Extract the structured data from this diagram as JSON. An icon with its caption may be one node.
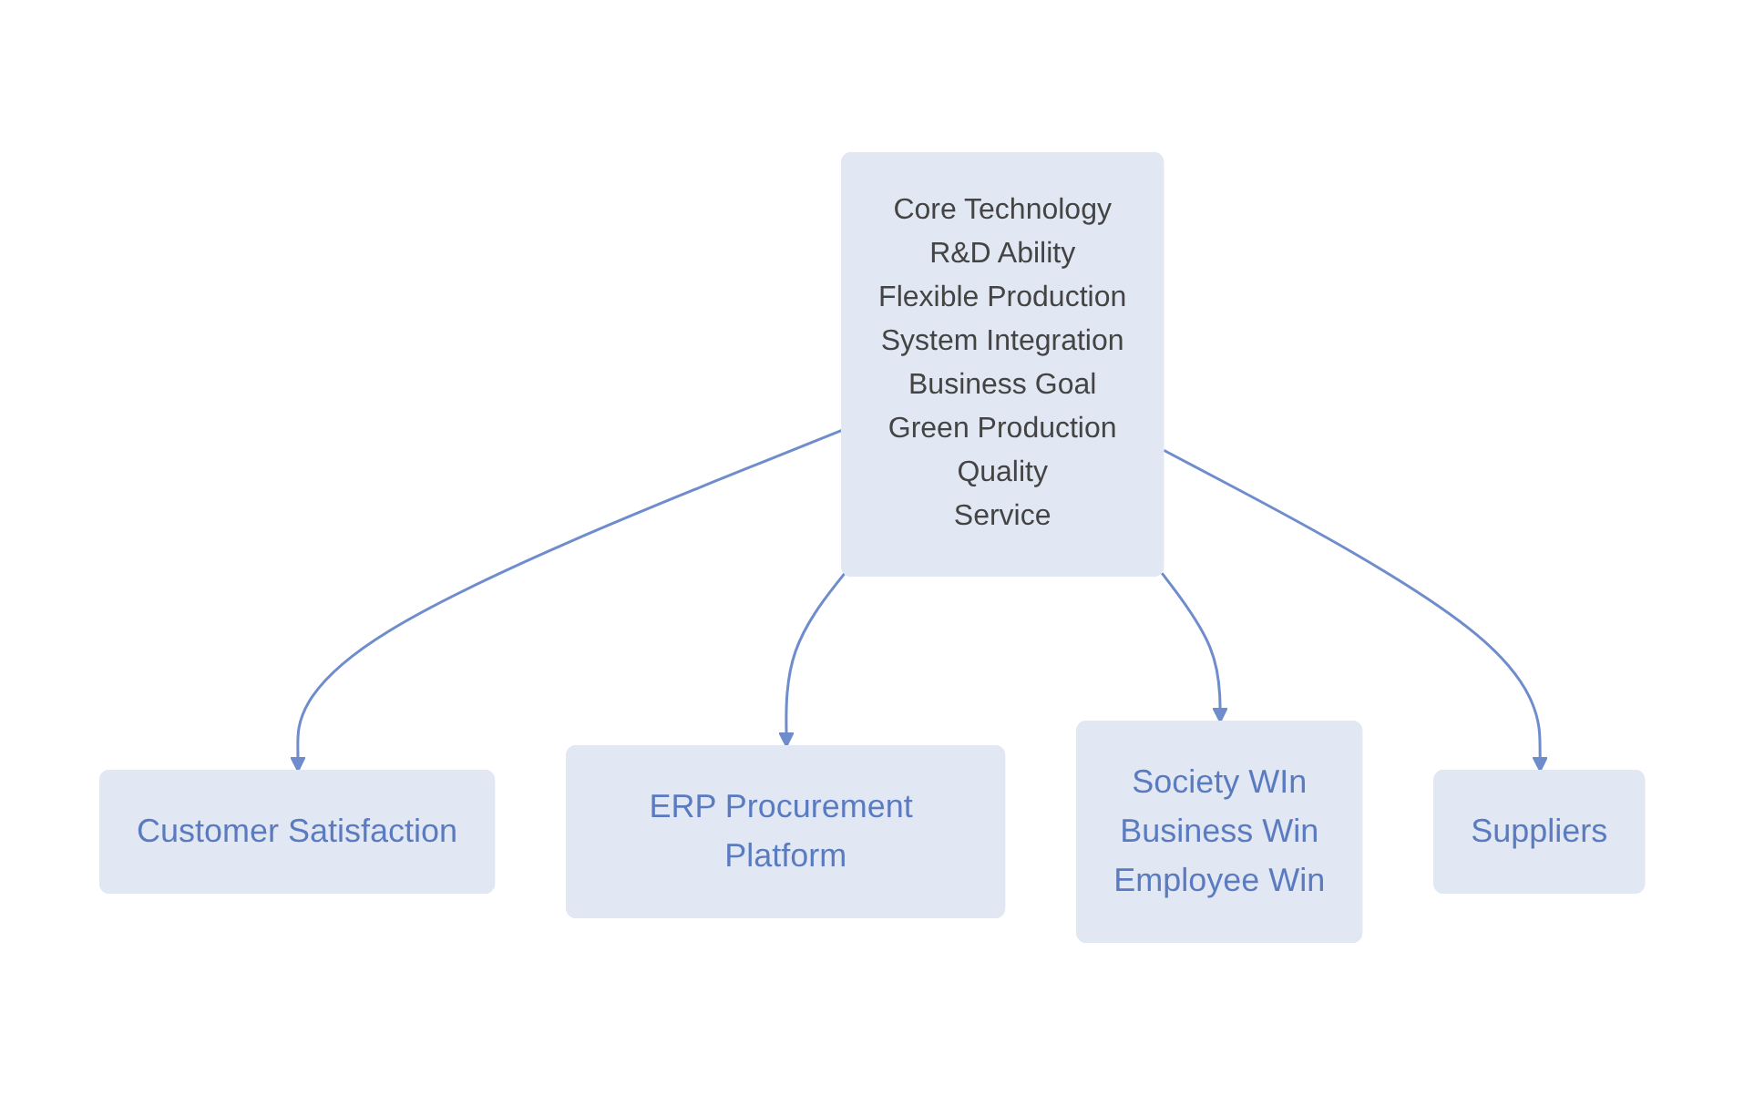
{
  "diagram": {
    "nodes": [
      {
        "text": [
          "Customer Satisfaction"
        ]
      },
      {
        "text": [
          "ERP Procurement Platform"
        ]
      },
      {
        "text": [
          "Core Technology",
          "R&D Ability",
          "Flexible Production",
          "System Integration",
          "Business Goal",
          "Green Production",
          "Quality",
          "Service"
        ]
      },
      {
        "text": [
          "Society WIn",
          "Business Win",
          "Employee Win"
        ]
      },
      {
        "text": [
          "Suppliers"
        ]
      }
    ],
    "edges": [
      {
        "from": 2,
        "to": 0,
        "arrow": "to"
      },
      {
        "from": 2,
        "to": 1,
        "arrow": "to"
      },
      {
        "from": 2,
        "to": 3,
        "arrow": "to"
      },
      {
        "from": 2,
        "to": 4,
        "arrow": "to"
      }
    ]
  }
}
